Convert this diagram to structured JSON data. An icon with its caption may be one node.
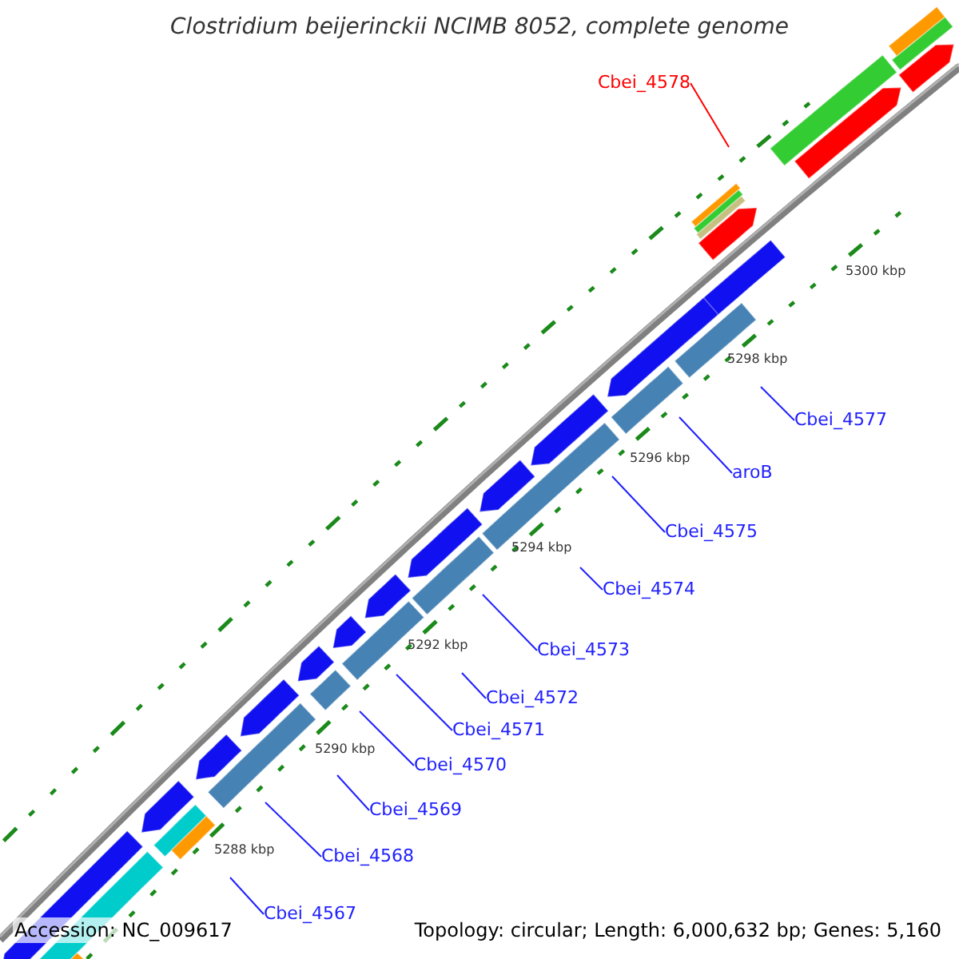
{
  "diagram": {
    "title": "Clostridium beijerinckii NCIMB 8052, complete genome",
    "nodes": [
      {
        "text": [
          "Cbei_4578"
        ]
      },
      {
        "text": [
          "Cbei_4577"
        ]
      },
      {
        "text": [
          "aroB"
        ]
      },
      {
        "text": [
          "Cbei_4575"
        ]
      },
      {
        "text": [
          "Cbei_4574"
        ]
      },
      {
        "text": [
          "Cbei_4573"
        ]
      },
      {
        "text": [
          "Cbei_4572"
        ]
      },
      {
        "text": [
          "Cbei_4571"
        ]
      },
      {
        "text": [
          "Cbei_4570"
        ]
      },
      {
        "text": [
          "Cbei_4569"
        ]
      },
      {
        "text": [
          "Cbei_4568"
        ]
      },
      {
        "text": [
          "Cbei_4567"
        ]
      }
    ],
    "edges": [
      {
        "from": 0,
        "to": null,
        "arrow": "none",
        "color": "#ff0000"
      },
      {
        "from": 1,
        "to": null,
        "arrow": "none"
      },
      {
        "from": 2,
        "to": null,
        "arrow": "none"
      },
      {
        "from": 3,
        "to": null,
        "arrow": "none"
      },
      {
        "from": 4,
        "to": null,
        "arrow": "none"
      },
      {
        "from": 5,
        "to": null,
        "arrow": "none"
      },
      {
        "from": 6,
        "to": null,
        "arrow": "none"
      },
      {
        "from": 7,
        "to": null,
        "arrow": "none"
      },
      {
        "from": 8,
        "to": null,
        "arrow": "none"
      },
      {
        "from": 9,
        "to": null,
        "arrow": "none"
      },
      {
        "from": 10,
        "to": null,
        "arrow": "none"
      },
      {
        "from": 11,
        "to": null,
        "arrow": "none"
      }
    ],
    "labels": [
      "5300 kbp",
      "5298 kbp",
      "5296 kbp",
      "5294 kbp",
      "5292 kbp",
      "5290 kbp",
      "5288 kbp",
      "Accession: NC_009617",
      "Topology: circular; Length: 6,000,632 bp; Genes: 5,160"
    ]
  }
}
